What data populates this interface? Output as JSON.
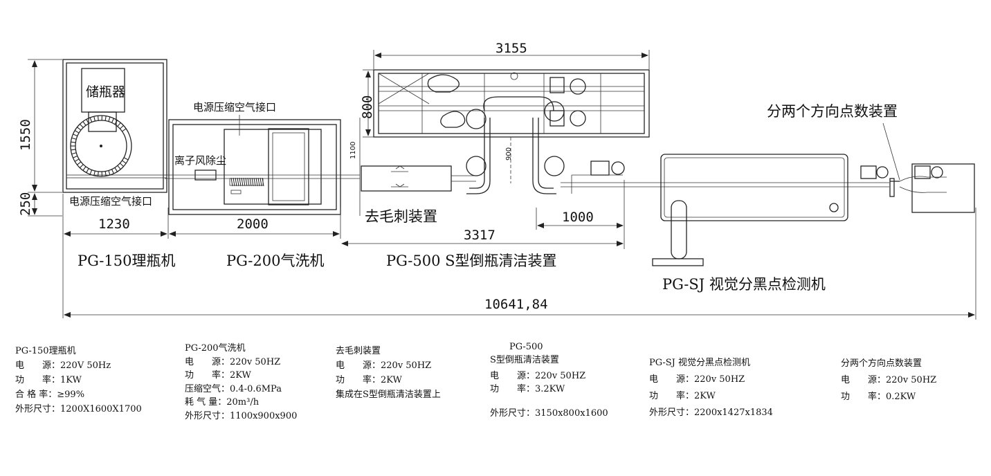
{
  "drawing": {
    "machines": {
      "m150": "PG-150理瓶机",
      "m200": "PG-200气洗机",
      "m500": "PG-500 S型倒瓶清洁装置",
      "msj": "PG-SJ 视觉分黑点检测机"
    },
    "labels": {
      "storage": "储瓶器",
      "power_air_1": "电源压缩空气接口",
      "power_air_2": "电源压缩空气接口",
      "ion_dust": "离子风除尘",
      "deburr": "去毛刺装置",
      "counter": "分两个方向点数装置"
    },
    "dims": {
      "d3155": "3155",
      "d800": "800",
      "d1550": "1550",
      "d250": "250",
      "d1230": "1230",
      "d2000": "2000",
      "d3317": "3317",
      "d1000": "1000",
      "d1100": "1100",
      "d900": "900",
      "total": "10641,84"
    }
  },
  "specs": [
    {
      "title": "PG-150理瓶机",
      "lines": [
        "电　　源：220V 50Hz",
        "功　　率：1KW",
        "合 格 率：≥99%",
        "外形尺寸：1200X1600X1700"
      ]
    },
    {
      "title": "PG-200气洗机",
      "lines": [
        "电　　源：220v 50HZ",
        "功　　率：2KW",
        "压缩空气：0.4-0.6MPa",
        "耗 气 量：20m³/h",
        "外形尺寸：1100x900x900"
      ]
    },
    {
      "title": "去毛刺装置",
      "lines": [
        "电　　源：220v 50HZ",
        "功　　率：2KW",
        "集成在S型倒瓶清洁装置上"
      ]
    },
    {
      "title": "PG-500",
      "subtitle": "S型倒瓶清洁装置",
      "lines": [
        "电　　源：220v 50HZ",
        "功　　率：3.2KW"
      ],
      "size": "外形尺寸：3150x800x1600"
    },
    {
      "title": "PG-SJ 视觉分黑点检测机",
      "lines": [
        "电　　源：220v 50HZ",
        "功　　率：2KW"
      ],
      "size": "外形尺寸：2200x1427x1834"
    },
    {
      "title": "分两个方向点数装置",
      "lines": [
        "电　　源：220v 50HZ",
        "功　　率：0.2KW"
      ]
    }
  ]
}
